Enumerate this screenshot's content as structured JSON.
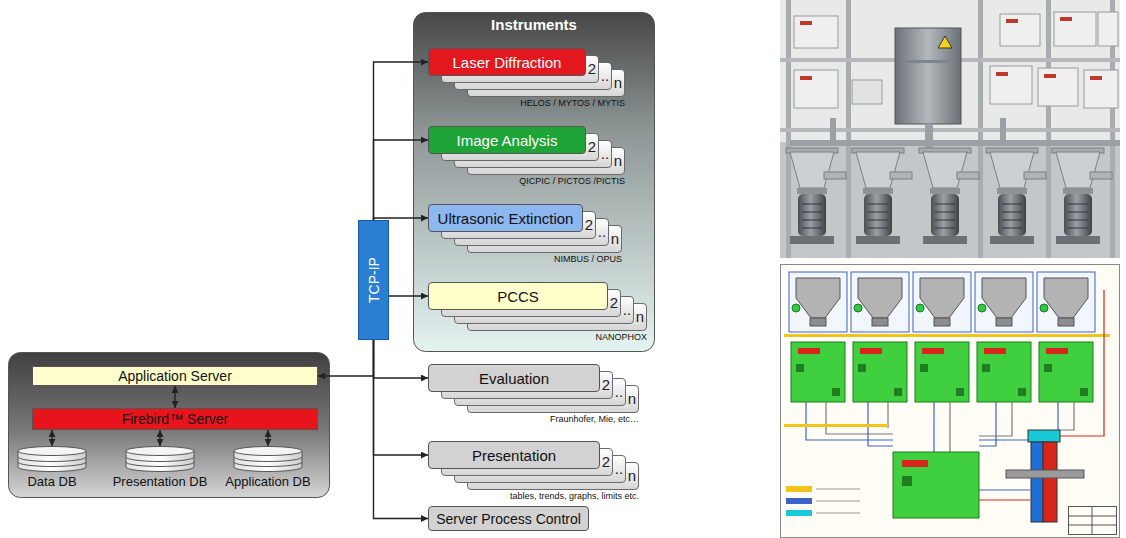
{
  "diagram": {
    "nodes": [
      {
        "text": [
          "Instruments"
        ]
      },
      {
        "text": [
          "Laser Diffraction",
          "2",
          "..",
          "n",
          "HELOS / MYTOS / MYTIS"
        ],
        "in": 0
      },
      {
        "text": [
          "Image Analysis",
          "2",
          "..",
          "n",
          "QICPIC / PICTOS /PICTIS"
        ],
        "in": 0
      },
      {
        "text": [
          "Ultrasonic Extinction",
          "2",
          "..",
          "n",
          "NIMBUS / OPUS"
        ],
        "in": 0
      },
      {
        "text": [
          "PCCS",
          "2",
          "..",
          "n",
          "NANOPHOX"
        ],
        "in": 0
      },
      {
        "text": [
          "TCP-IP"
        ]
      },
      {
        "text": [
          "Evaluation",
          "2",
          "..",
          "n",
          "Fraunhofer, Mie, etc…"
        ]
      },
      {
        "text": [
          "Presentation",
          "2",
          "..",
          "n",
          "tables, trends, graphs, limits etc."
        ]
      },
      {
        "text": [
          "Server Process Control"
        ]
      },
      {},
      {
        "text": [
          "Application Server"
        ],
        "in": 9
      },
      {
        "text": [
          "Firebird™ Server"
        ],
        "in": 9
      },
      {
        "text": [
          "Data DB"
        ],
        "in": 9
      },
      {
        "text": [
          "Presentation DB"
        ],
        "in": 9
      },
      {
        "text": [
          "Application DB"
        ],
        "in": 9
      }
    ],
    "edges": [
      {
        "from": 5,
        "to": 1,
        "arrow": "to"
      },
      {
        "from": 5,
        "to": 2,
        "arrow": "to"
      },
      {
        "from": 5,
        "to": 3,
        "arrow": "to"
      },
      {
        "from": 5,
        "to": 4,
        "arrow": "to"
      },
      {
        "from": 5,
        "to": 10,
        "arrow": "to"
      },
      {
        "from": 5,
        "to": 6,
        "arrow": "to"
      },
      {
        "from": 5,
        "to": 7,
        "arrow": "to"
      },
      {
        "from": 5,
        "to": 8,
        "arrow": "to"
      },
      {
        "from": 10,
        "to": 11,
        "arrow": "both"
      },
      {
        "from": 11,
        "to": 12,
        "arrow": "both"
      },
      {
        "from": 11,
        "to": 13,
        "arrow": "both"
      },
      {
        "from": 11,
        "to": 14,
        "arrow": "both"
      }
    ]
  }
}
